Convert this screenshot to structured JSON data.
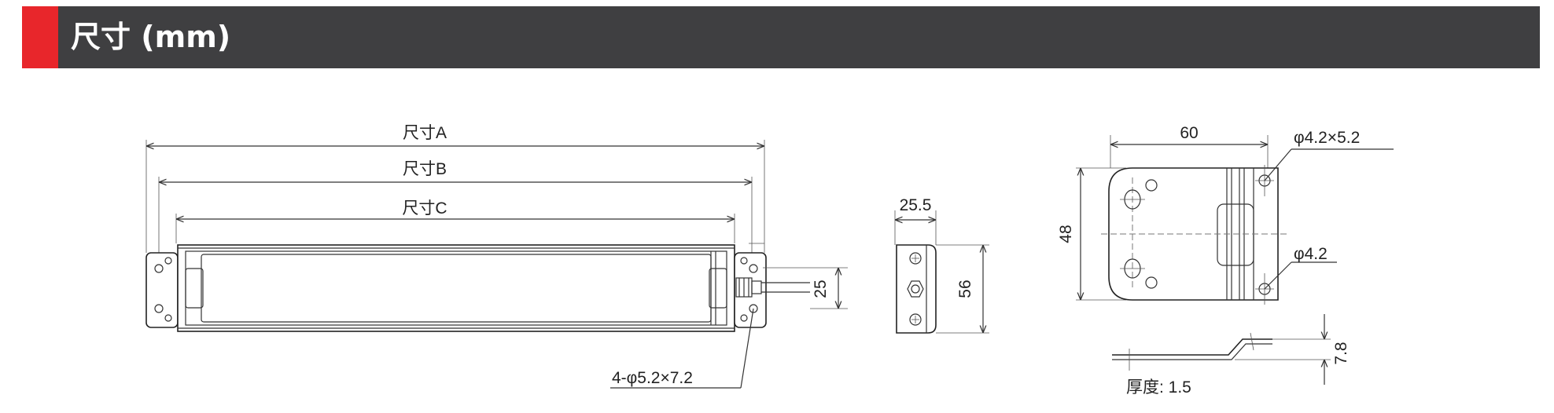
{
  "header": {
    "title": "尺寸 (mm)",
    "accent_color": "#e8262b",
    "bar_color": "#3f3f41"
  },
  "front_view": {
    "dim_a": "尺寸A",
    "dim_b": "尺寸B",
    "dim_c": "尺寸C",
    "height_25": "25",
    "holes": "4-φ5.2×7.2"
  },
  "side_view": {
    "width": "25.5",
    "height": "56"
  },
  "bracket": {
    "width": "60",
    "height": "48",
    "slot": "φ4.2×5.2",
    "hole": "φ4.2",
    "offset": "7.8",
    "thickness": "厚度: 1.5"
  }
}
